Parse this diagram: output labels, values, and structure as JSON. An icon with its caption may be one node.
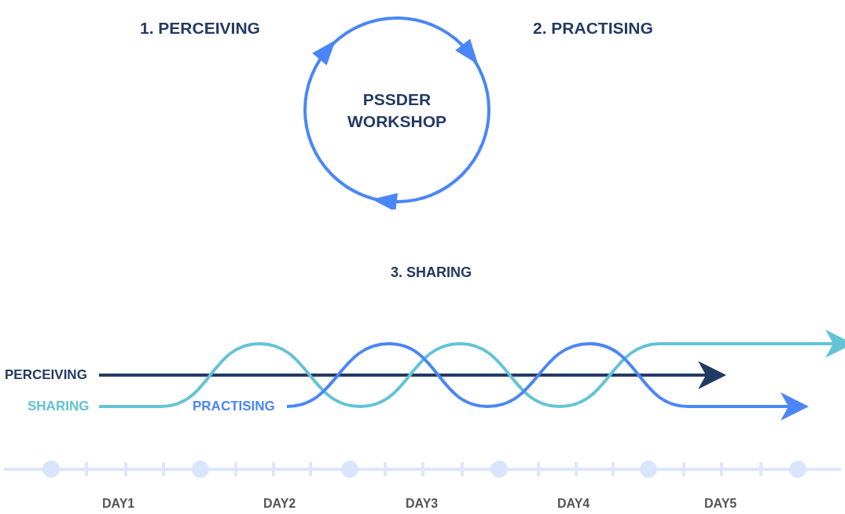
{
  "diagram": {
    "nodes": [
      {
        "text": [
          "PSSDER WORKSHOP"
        ]
      },
      {
        "text": [
          "1. PERCEIVING"
        ]
      },
      {
        "text": [
          "2. PRACTISING"
        ]
      },
      {
        "text": [
          "3. SHARING"
        ]
      },
      {
        "text": [
          "PERCEIVING"
        ]
      },
      {
        "text": [
          "SHARING"
        ]
      },
      {
        "text": [
          "PRACTISING"
        ]
      }
    ],
    "edges": [
      {
        "from": 4,
        "to": null,
        "arrow": "to",
        "color": "#243a66"
      },
      {
        "from": 5,
        "to": null,
        "arrow": "to",
        "color": "#63c3d6"
      },
      {
        "from": 6,
        "to": null,
        "arrow": "to",
        "color": "#4a86f7"
      }
    ],
    "labels": [
      "DAY1",
      "DAY2",
      "DAY3",
      "DAY4",
      "DAY5"
    ]
  }
}
